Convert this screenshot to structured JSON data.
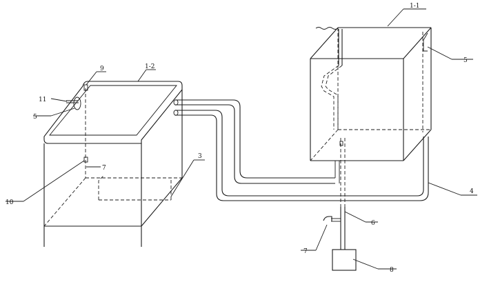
{
  "labels": {
    "tank_right": "1-1",
    "tank_left": "1-2",
    "pipe_mid": "3",
    "pipe_outer": "4",
    "part_5_right": "5",
    "part_5_left": "5",
    "pipe_vertical": "6",
    "valve_bottom": "7",
    "valve_left": "7",
    "pump": "8",
    "part_9": "9",
    "part_10": "10",
    "part_11": "11"
  }
}
